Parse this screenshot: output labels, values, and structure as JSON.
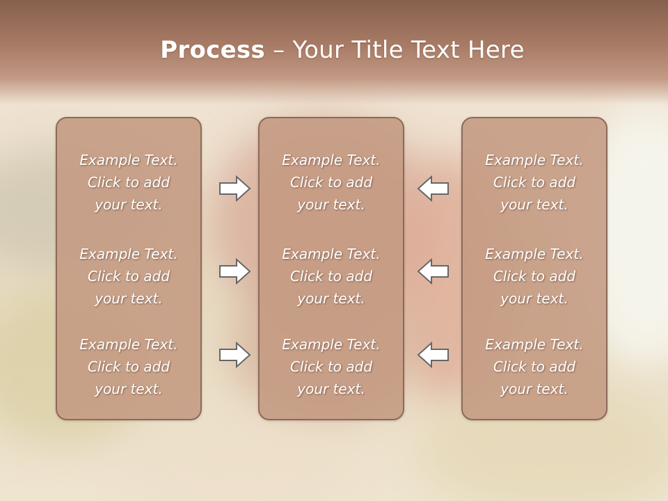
{
  "slide": {
    "title_bold": "Process",
    "title_rest": " – Your Title Text Here"
  },
  "columns": [
    {
      "items": [
        "Example Text.\nClick  to add\nyour text.",
        "Example Text.\nClick  to add\nyour text.",
        "Example Text.\nClick  to add\nyour text."
      ]
    },
    {
      "items": [
        "Example Text.\nClick  to add\nyour text.",
        "Example Text.\nClick  to add\nyour text.",
        "Example Text.\nClick  to add\nyour text."
      ]
    },
    {
      "items": [
        "Example Text.\nClick  to add\nyour text.",
        "Example Text.\nClick  to add\nyour text.",
        "Example Text.\nClick  to add\nyour text."
      ]
    }
  ],
  "arrows": {
    "left_group": "arrow-right-icon",
    "right_group": "arrow-left-icon"
  },
  "colors": {
    "header": "#a97c66",
    "box_fill": "#c49a82",
    "box_border": "#8c6a5a",
    "arrow_fill": "#ffffff",
    "arrow_stroke": "#666666"
  }
}
